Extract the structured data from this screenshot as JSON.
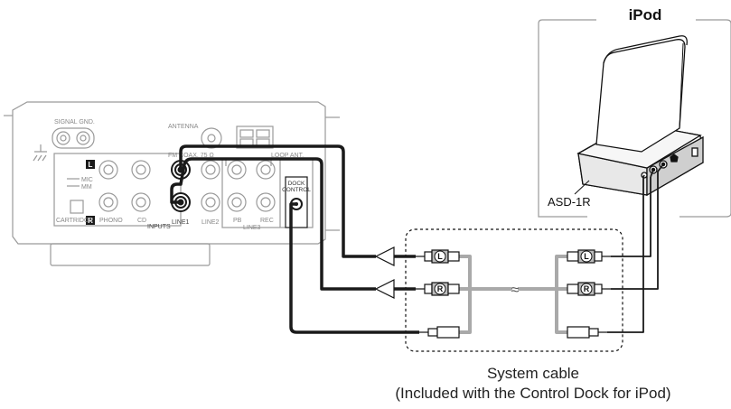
{
  "receiver": {
    "signal_gnd": "SIGNAL GND.",
    "antenna": "ANTENNA",
    "fm_coax": "FM COAX. 75 Ω",
    "loop_ant": "LOOP ANT.",
    "mic": "MIC",
    "mm": "MM",
    "cartridge": "CARTRIDGE",
    "phono": "PHONO",
    "cd": "CD",
    "inputs": "INPUTS",
    "line1": "LINE1",
    "line2": "LINE2",
    "pb": "PB",
    "rec": "REC",
    "line3": "LINE3",
    "dock_control_1": "DOCK",
    "dock_control_2": "CONTROL",
    "ch_left": "L",
    "ch_right": "R"
  },
  "dock": {
    "title": "iPod",
    "model": "ASD-1R"
  },
  "cable": {
    "plug_left": "L",
    "plug_right": "R",
    "break_mark": "≈"
  },
  "caption": {
    "line1": "System cable",
    "line2": "(Included with the Control Dock for iPod)"
  },
  "colors": {
    "line_gray": "#9a9a9a",
    "cable_gray": "#a9a9a9",
    "cable_black": "#1a1a1a"
  }
}
